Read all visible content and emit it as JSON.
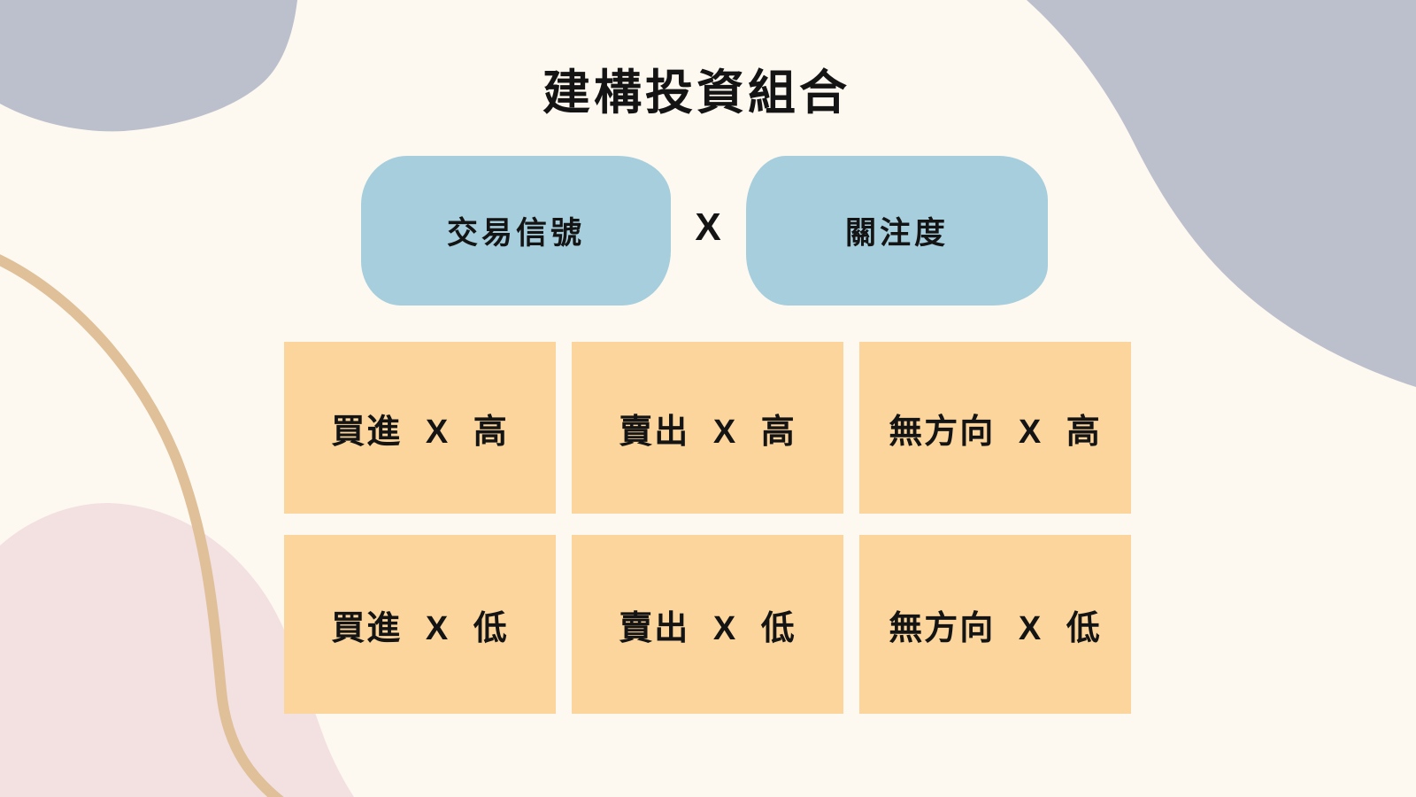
{
  "title": "建構投資組合",
  "formula": {
    "left_box": "交易信號",
    "operator": "X",
    "right_box": "關注度"
  },
  "matrix": {
    "cells": [
      {
        "label": "買進 X 高"
      },
      {
        "label": "賣出 X 高"
      },
      {
        "label": "無方向 X 高"
      },
      {
        "label": "買進 X 低"
      },
      {
        "label": "賣出 X 低"
      },
      {
        "label": "無方向 X 低"
      }
    ]
  },
  "colors": {
    "background": "#FDF9F0",
    "blob_purple": "#BCBFCC",
    "blob_pink": "#F3E0E1",
    "line_tan": "#DFC098",
    "box_blue": "#A6CEDD",
    "box_orange": "#FBD59C",
    "text": "#141414"
  }
}
